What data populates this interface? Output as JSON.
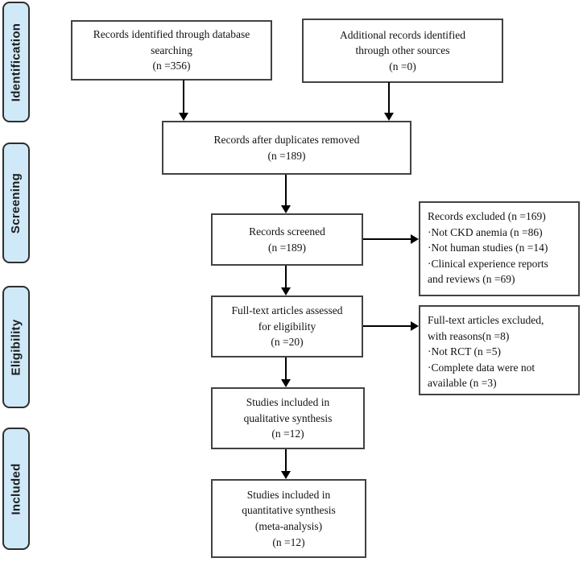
{
  "stages": {
    "identification": "Identification",
    "screening": "Screening",
    "eligibility": "Eligibility",
    "included": "Included"
  },
  "boxes": {
    "database_search": "Records identified through database\nsearching\n(n =356)",
    "other_sources": "Additional records identified\nthrough other sources\n(n =0)",
    "after_duplicates": "Records after duplicates removed\n(n =189)",
    "screened": "Records screened\n(n =189)",
    "records_excluded": "Records excluded (n =169)\n·Not CKD anemia (n =86)\n·Not human studies (n =14)\n·Clinical experience reports\nand reviews (n =69)",
    "fulltext_assessed": "Full-text articles assessed\nfor eligibility\n(n =20)",
    "fulltext_excluded": "Full-text articles excluded,\nwith reasons(n =8)\n·Not RCT (n =5)\n·Complete data were not\navailable (n =3)",
    "qualitative_synthesis": "Studies included in\nqualitative synthesis\n(n =12)",
    "quantitative_synthesis": "Studies included in\nquantitative synthesis\n(meta-analysis)\n(n =12)"
  },
  "colors": {
    "stage_fill": "#cfe9f8",
    "stage_border": "#2e2e2e",
    "box_border": "#424242",
    "arrow": "#000000",
    "background": "#ffffff"
  }
}
